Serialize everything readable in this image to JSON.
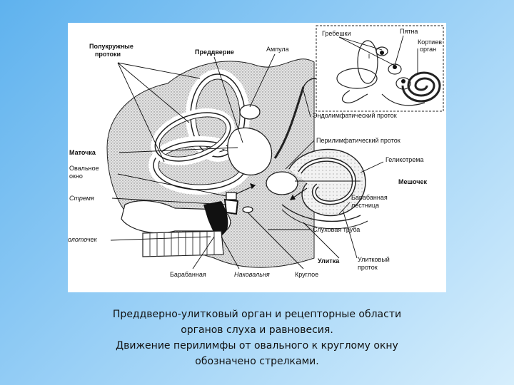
{
  "labels": {
    "semicircular_canals": [
      "Полукружные",
      "протоки"
    ],
    "vestibule": "Преддверие",
    "ampulla": "Ампула",
    "crests": "Гребешки",
    "spots": "Пятна",
    "corti": [
      "Кортиев",
      "орган"
    ],
    "endolymph_duct": "Эндолимфатический проток",
    "perilymph_duct": "Перилимфатический проток",
    "utricle": "Маточка",
    "oval_window": [
      "Овальное",
      "окно"
    ],
    "helicotrema": "Геликотрема",
    "saccule": "Мешочек",
    "stapes": "Стремя",
    "scala_tympani": [
      "Барабанная",
      "лестница"
    ],
    "malleus": "олоточек",
    "eustachian": "Слуховая труба",
    "cochlea": "Улитка",
    "cochlear_duct": [
      "Улитковый",
      "проток"
    ],
    "tympanic": "Барабанная",
    "incus": "Наковальня",
    "round": "Круглое",
    "inset_marker": "I"
  },
  "caption": {
    "line1": "Преддверно-улитковый орган и рецепторные области",
    "line2": "органов слуха и равновесия.",
    "line3": "Движение перилимфы от овального к круглому окну",
    "line4": "обозначено стрелками."
  }
}
